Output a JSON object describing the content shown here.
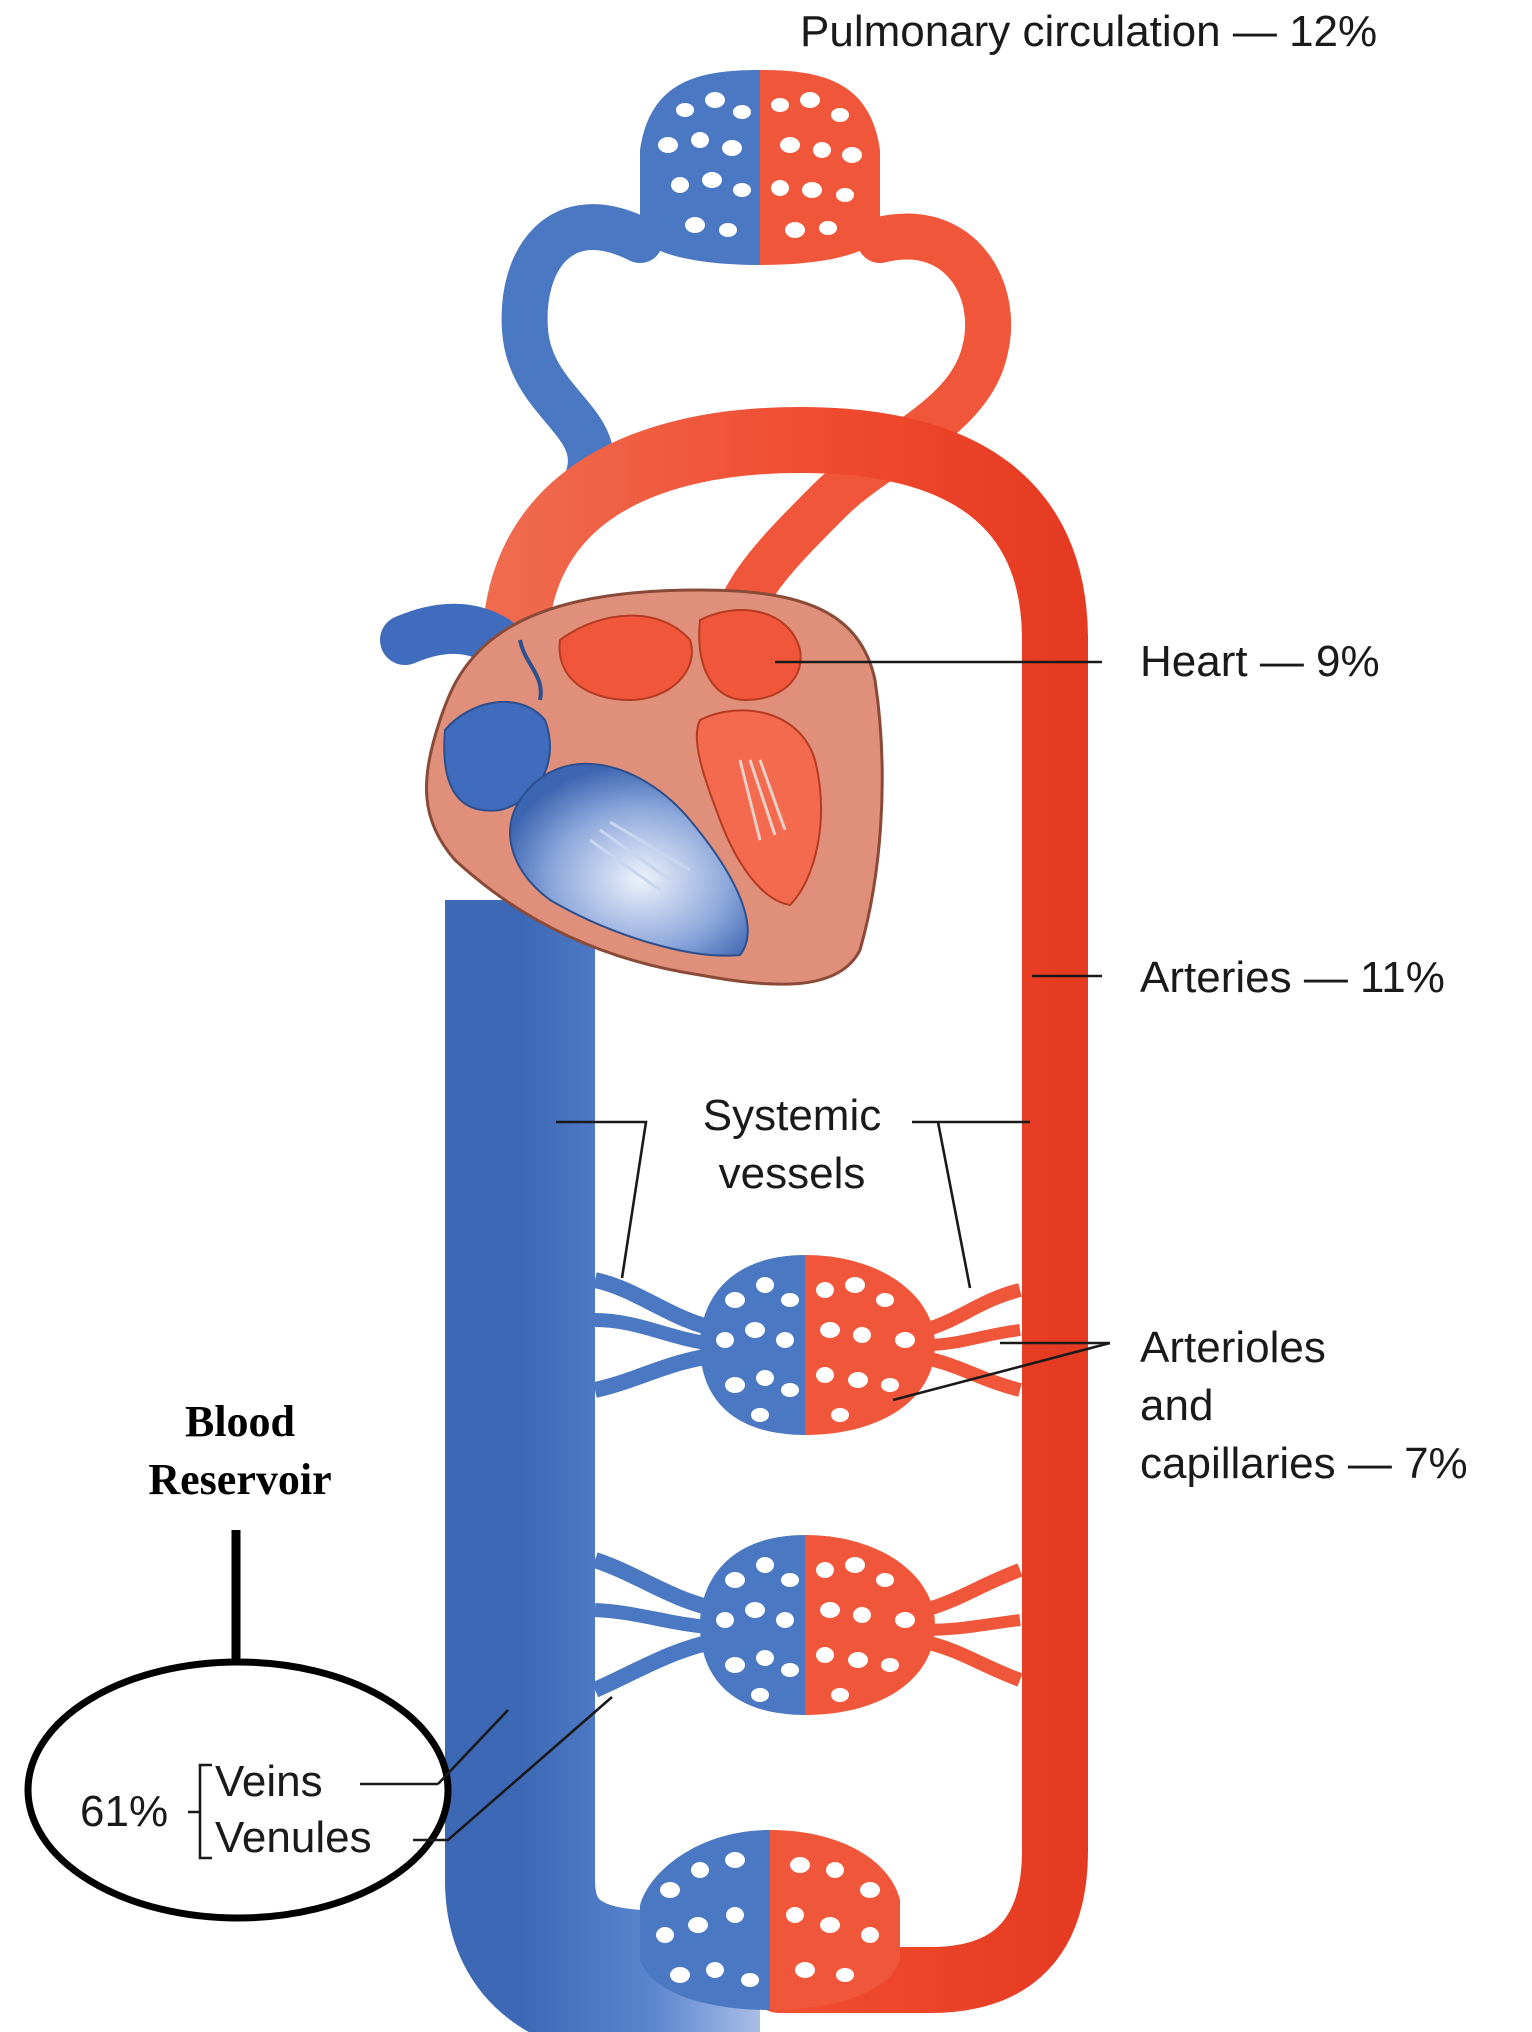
{
  "labels": {
    "pulmonary": "Pulmonary circulation — 12%",
    "heart": "Heart — 9%",
    "arteries": "Arteries — 11%",
    "systemic_line1": "Systemic",
    "systemic_line2": "vessels",
    "arterioles_line1": "Arterioles",
    "arterioles_line2": "and",
    "arterioles_line3": "capillaries — 7%",
    "veins": "Veins",
    "venules": "Venules",
    "veins_percent": "61%"
  },
  "reservoir": {
    "line1": "Blood",
    "line2": "Reservoir"
  },
  "colors": {
    "oxygenated": "#f05a3e",
    "deoxygenated": "#4a78c2",
    "heart_muscle": "#e0907a"
  }
}
